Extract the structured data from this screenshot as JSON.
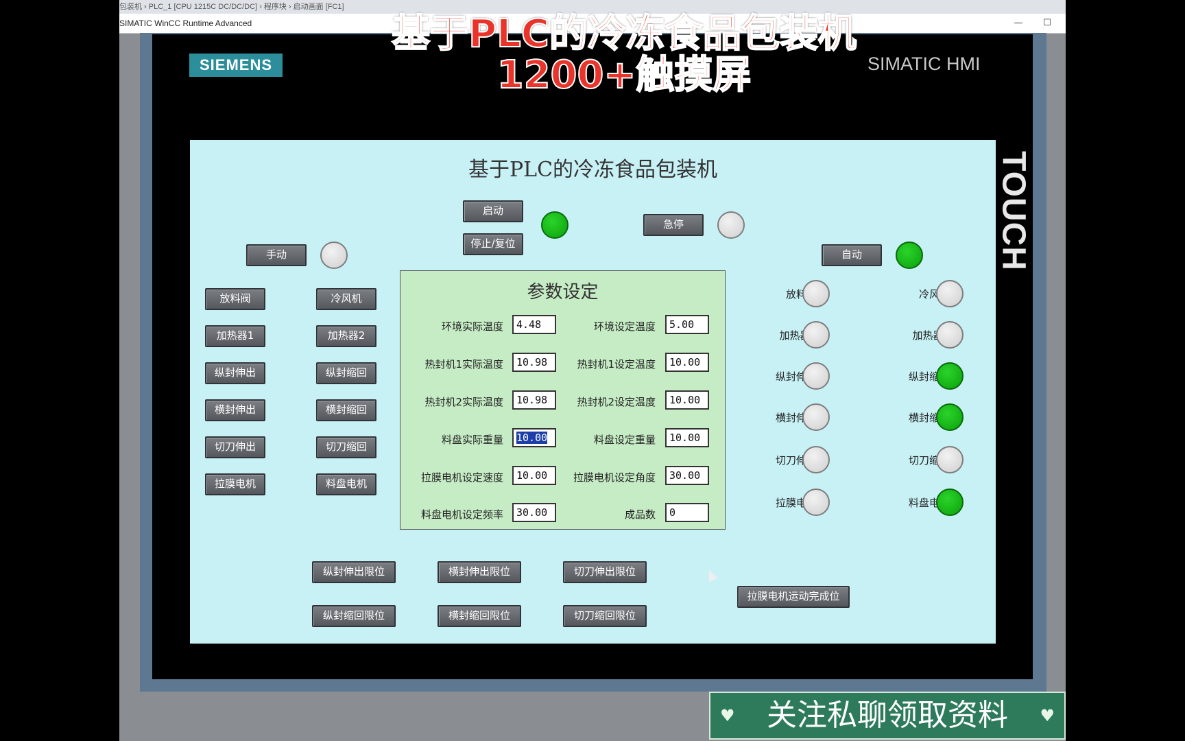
{
  "window": {
    "ide_breadcrumb": "包装机  ›  PLC_1 [CPU 1215C DC/DC/DC]  ›  程序块  ›  启动画面 [FC1]",
    "title": "SIMATIC WinCC Runtime Advanced",
    "minimize": "—",
    "maximize": "☐"
  },
  "device": {
    "brand": "SIEMENS",
    "model": "SIMATIC HMI",
    "side_label": "TOUCH"
  },
  "screen": {
    "title": "基于PLC的冷冻食品包装机",
    "controls": {
      "start": "启动",
      "stop_reset": "停止/复位",
      "estop": "急停",
      "manual": "手动",
      "auto": "自动"
    },
    "manual_buttons": [
      [
        "放料阀",
        "冷风机"
      ],
      [
        "加热器1",
        "加热器2"
      ],
      [
        "纵封伸出",
        "纵封缩回"
      ],
      [
        "横封伸出",
        "横封缩回"
      ],
      [
        "切刀伸出",
        "切刀缩回"
      ],
      [
        "拉膜电机",
        "料盘电机"
      ]
    ],
    "status_lamps": [
      {
        "left": "放料阀",
        "left_on": false,
        "right": "冷风机",
        "right_on": false
      },
      {
        "left": "加热器1",
        "left_on": false,
        "right": "加热器2",
        "right_on": false
      },
      {
        "left": "纵封伸出",
        "left_on": false,
        "right": "纵封缩回",
        "right_on": true
      },
      {
        "left": "横封伸出",
        "left_on": false,
        "right": "横封缩回",
        "right_on": true
      },
      {
        "left": "切刀伸出",
        "left_on": false,
        "right": "切刀缩回",
        "right_on": false
      },
      {
        "left": "拉膜电机",
        "left_on": false,
        "right": "料盘电机",
        "right_on": true
      }
    ],
    "lamps": {
      "run_on": true,
      "estop_on": false,
      "manual_on": false,
      "auto_on": true
    },
    "params": {
      "title": "参数设定",
      "rows": [
        {
          "l_label": "环境实际温度",
          "l_value": "4.48",
          "r_label": "环境设定温度",
          "r_value": "5.00"
        },
        {
          "l_label": "热封机1实际温度",
          "l_value": "10.98",
          "r_label": "热封机1设定温度",
          "r_value": "10.00"
        },
        {
          "l_label": "热封机2实际温度",
          "l_value": "10.98",
          "r_label": "热封机2设定温度",
          "r_value": "10.00"
        },
        {
          "l_label": "料盘实际重量",
          "l_value": "10.00",
          "r_label": "料盘设定重量",
          "r_value": "10.00"
        },
        {
          "l_label": "拉膜电机设定速度",
          "l_value": "10.00",
          "r_label": "拉膜电机设定角度",
          "r_value": "30.00"
        },
        {
          "l_label": "料盘电机设定频率",
          "l_value": "30.00",
          "r_label": "成品数",
          "r_value": "0"
        }
      ]
    },
    "limits": {
      "long_ext": "纵封伸出限位",
      "cross_ext": "横封伸出限位",
      "cut_ext": "切刀伸出限位",
      "long_ret": "纵封缩回限位",
      "cross_ret": "横封缩回限位",
      "cut_ret": "切刀缩回限位",
      "film_done": "拉膜电机运动完成位"
    }
  },
  "overlay": {
    "title_line1": "基于PLC的冷冻食品包装机",
    "title_line2": "1200+触摸屏",
    "banner": "关注私聊领取资料",
    "heart": "♥"
  },
  "colors": {
    "screen_bg": "#c8f1f6",
    "param_bg": "#c6ecc5",
    "lamp_on": "#0aa20a",
    "lamp_off": "#d6d6d6",
    "button": "#5f6368",
    "brand": "#2d8e9b",
    "overlay_title": "#e8342a",
    "banner_bg": "#2e7b5c"
  }
}
